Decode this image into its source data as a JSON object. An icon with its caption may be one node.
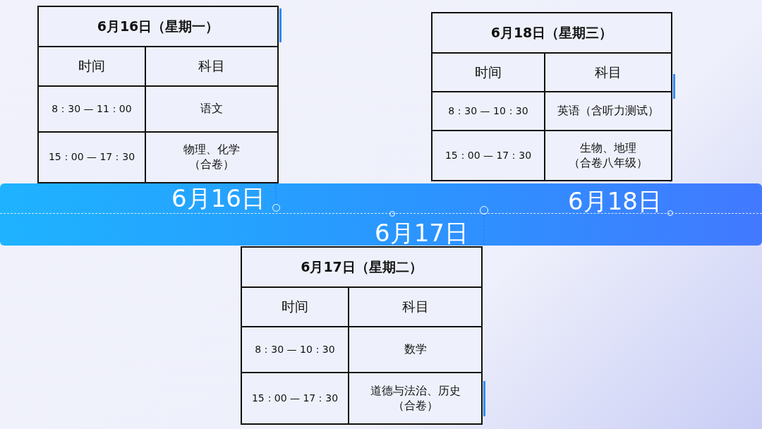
{
  "diagram": {
    "nodes": [
      {
        "text": [
          "6月16日（星期一）"
        ]
      },
      {
        "text": [
          "时间"
        ],
        "in": 0
      },
      {
        "text": [
          "科目"
        ],
        "in": 0
      },
      {
        "text": [
          "8：30 — 11：00"
        ],
        "in": 0
      },
      {
        "text": [
          "语文"
        ],
        "in": 0
      },
      {
        "text": [
          "15：00 — 17：30"
        ],
        "in": 0
      },
      {
        "text": [
          "物理、化学",
          "（合卷）"
        ],
        "in": 0
      },
      {
        "text": [
          "6月18日（星期三）"
        ]
      },
      {
        "text": [
          "时间"
        ],
        "in": 7
      },
      {
        "text": [
          "科目"
        ],
        "in": 7
      },
      {
        "text": [
          "8：30 — 10：30"
        ],
        "in": 7
      },
      {
        "text": [
          "英语（含听力测试）"
        ],
        "in": 7
      },
      {
        "text": [
          "15：00 — 17：30"
        ],
        "in": 7
      },
      {
        "text": [
          "生物、地理",
          "（合卷八年级）"
        ],
        "in": 7
      },
      {
        "text": [
          "6月16日",
          "6月18日",
          "6月17日"
        ]
      },
      {
        "text": [],
        "shape": "circle",
        "in": 14
      },
      {
        "text": [],
        "shape": "circle",
        "in": 14
      },
      {
        "text": [],
        "shape": "circle",
        "in": 14
      },
      {
        "text": [
          "6月17日（星期二）"
        ]
      },
      {
        "text": [
          "时间"
        ],
        "in": 18
      },
      {
        "text": [
          "科目"
        ],
        "in": 18
      },
      {
        "text": [
          "8：30 — 10：30"
        ],
        "in": 18
      },
      {
        "text": [
          "数学"
        ],
        "in": 18
      },
      {
        "text": [
          "15：00 — 17：30"
        ],
        "in": 18
      },
      {
        "text": [
          "道德与法治、历史",
          "（合卷）"
        ],
        "in": 18
      }
    ],
    "edges": [
      {
        "from": 15,
        "to": 0,
        "arrow": "none",
        "style": "dashed"
      },
      {
        "from": 16,
        "to": 18,
        "arrow": "none",
        "style": "dashed"
      },
      {
        "from": 17,
        "to": 7,
        "arrow": "none",
        "style": "dashed"
      }
    ]
  }
}
